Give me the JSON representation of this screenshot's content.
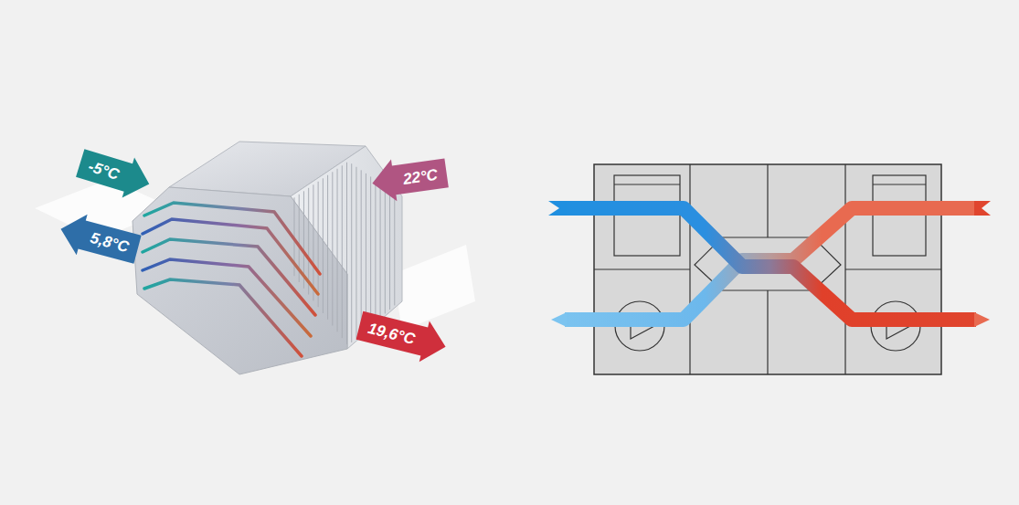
{
  "diagram": {
    "nodes": [
      {
        "text": [
          "-5°C"
        ]
      },
      {
        "text": [
          "5,8°C"
        ]
      },
      {
        "text": [
          "22°C"
        ]
      },
      {
        "text": [
          "19,6°C"
        ]
      }
    ]
  }
}
